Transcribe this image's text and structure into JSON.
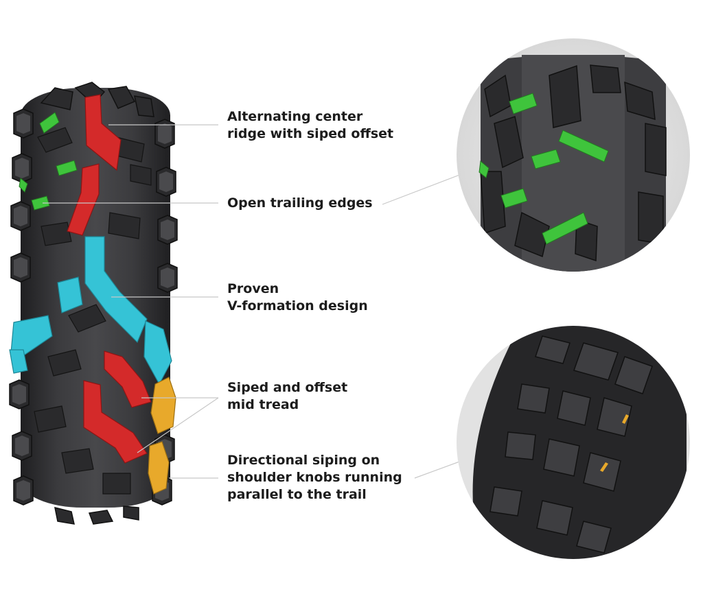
{
  "diagram": {
    "callouts": [
      {
        "id": "center-ridge",
        "lines": [
          "Alternating center",
          "ridge with siped offset"
        ]
      },
      {
        "id": "trailing-edges",
        "lines": [
          "Open trailing edges"
        ]
      },
      {
        "id": "v-formation",
        "lines": [
          "Proven",
          "V-formation design"
        ]
      },
      {
        "id": "mid-tread",
        "lines": [
          "Siped and offset",
          "mid tread"
        ]
      },
      {
        "id": "shoulder-siping",
        "lines": [
          "Directional siping on",
          "shoulder knobs running",
          "parallel to the trail"
        ]
      }
    ],
    "highlight_colors": {
      "center_ridge": "#d42a2a",
      "trailing_edges": "#3fc43c",
      "v_formation": "#35c3d6",
      "shoulder_siping": "#e8a92b"
    },
    "tire_color": "#3a3a3c",
    "leader_color": "#c8c8c8"
  }
}
